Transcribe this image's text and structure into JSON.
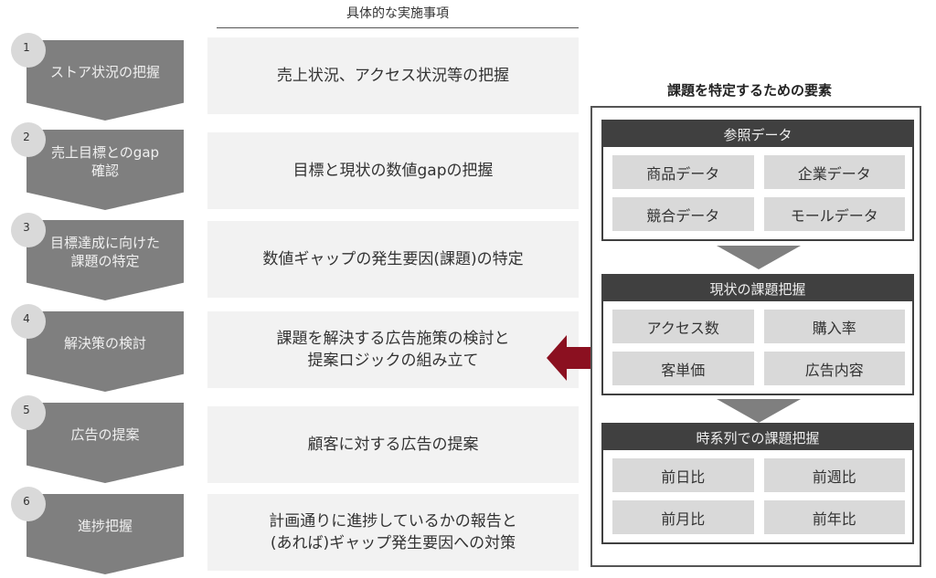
{
  "header": {
    "title": "具体的な実施事項"
  },
  "steps": [
    {
      "number": "1",
      "label": "ストア状況の把握",
      "action": "売上状況、アクセス状況等の把握"
    },
    {
      "number": "2",
      "label": "売上目標とのgap\n確認",
      "action": "目標と現状の数値gapの把握"
    },
    {
      "number": "3",
      "label": "目標達成に向けた\n課題の特定",
      "action": "数値ギャップの発生要因(課題)の特定"
    },
    {
      "number": "4",
      "label": "解決策の検討",
      "action": "課題を解決する広告施策の検討と\n提案ロジックの組み立て"
    },
    {
      "number": "5",
      "label": "広告の提案",
      "action": "顧客に対する広告の提案"
    },
    {
      "number": "6",
      "label": "進捗把握",
      "action": "計画通りに進捗しているかの報告と\n(あれば)ギャップ発生要因への対策"
    }
  ],
  "panel": {
    "title": "課題を特定するための要素",
    "groups": [
      {
        "title": "参照データ",
        "items": [
          "商品データ",
          "企業データ",
          "競合データ",
          "モールデータ"
        ]
      },
      {
        "title": "現状の課題把握",
        "items": [
          "アクセス数",
          "購入率",
          "客単価",
          "広告内容"
        ]
      },
      {
        "title": "時系列での課題把握",
        "items": [
          "前日比",
          "前週比",
          "前月比",
          "前年比"
        ]
      }
    ]
  },
  "colors": {
    "chevron": "#7f7f7f",
    "circle": "#d9d9d9",
    "action_bg": "#f2f2f2",
    "group_header": "#404040",
    "cell_bg": "#d9d9d9",
    "accent_arrow": "#8b1020"
  },
  "icons": {
    "link_arrow": "left-arrow-icon",
    "flow_arrow": "down-triangle-icon"
  }
}
